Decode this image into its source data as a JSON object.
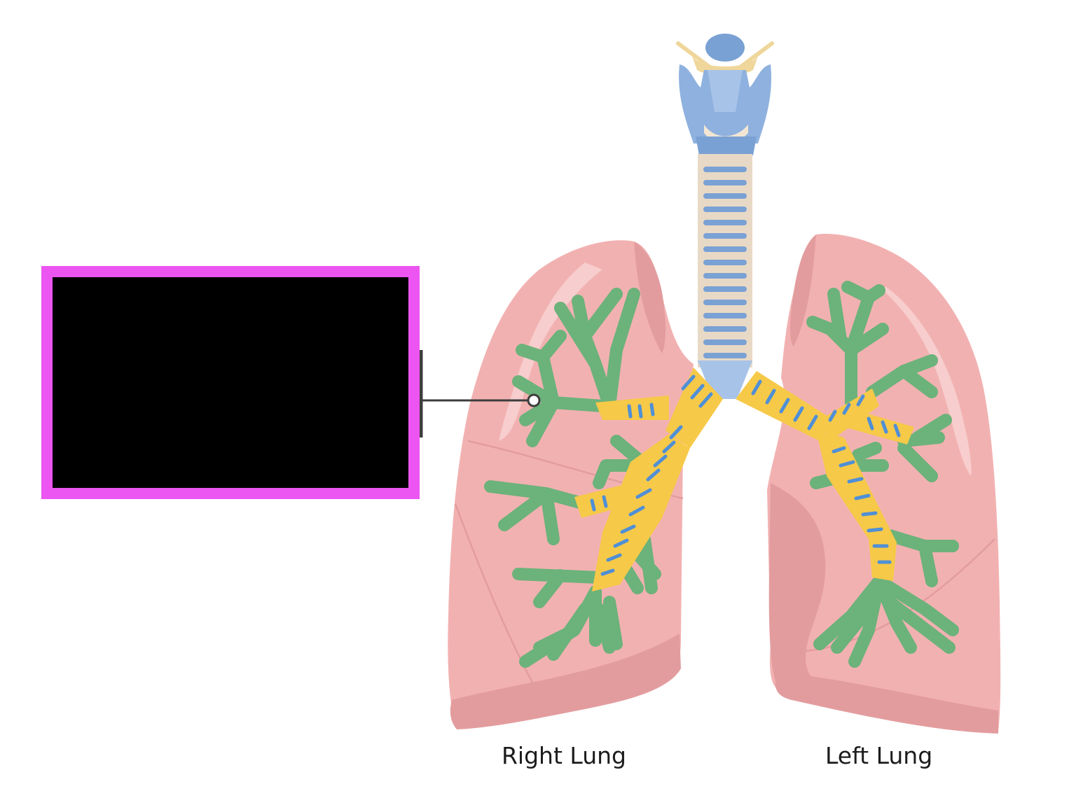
{
  "labels": {
    "right_lung": "Right Lung",
    "left_lung": "Left Lung"
  },
  "answer_box": {
    "state": "hidden",
    "frame_color": "#ec55f1",
    "fill_color": "#000000"
  },
  "colors": {
    "lung": "#f2b1b1",
    "lung_dark": "#e39c9e",
    "bronchi": "#f7c948",
    "bronchiole": "#6cb27b",
    "cartilage_ring": "#7aa1d4",
    "trachea": "#e8d9c6",
    "larynx": "#8fb1df",
    "hyoid": "#efd69a"
  },
  "icons": {
    "pointer": "callout-pointer-dot"
  }
}
